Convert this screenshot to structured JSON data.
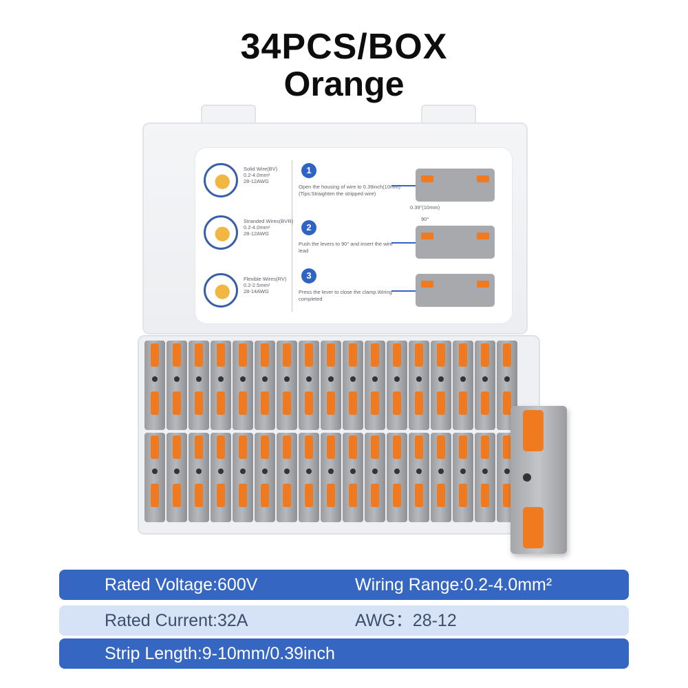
{
  "title": {
    "line1": "34PCS/BOX",
    "line2": "Orange"
  },
  "instruction_card": {
    "wire_types": [
      {
        "icon": "solid-wire-icon",
        "text": "Solid Wire(BV)\n0.2-4.0mm²\n28-12AWG"
      },
      {
        "icon": "stranded-wire-icon",
        "text": "Stranded Wires(BVR)\n0.2-4.0mm²\n28-12AWG"
      },
      {
        "icon": "flexible-wire-icon",
        "text": "Flexible Wires(RV)\n0.2-2.5mm²\n28-14AWG"
      }
    ],
    "steps": [
      {
        "number": "1",
        "text": "Open the housing of wire to 0.39inch(10mm) (Tips:Straighten the stripped wire)"
      },
      {
        "number": "2",
        "text": "Push the levers to 90° and insert the wire lead"
      },
      {
        "number": "3",
        "text": "Press the lever to close the clamp.Wiring completed"
      }
    ],
    "strip_note": "0.39\"(10mm)",
    "angle_note": "90°"
  },
  "specs": {
    "rated_voltage": "Rated Voltage:600V",
    "wiring_range": "Wiring Range:0.2-4.0mm²",
    "rated_current": "Rated Current:32A",
    "awg": "AWG：28-12",
    "strip_length": "Strip Length:9-10mm/0.39inch"
  },
  "colors": {
    "accent_blue": "#3567c2",
    "light_blue": "#d6e3f6",
    "lever_orange": "#f07a20",
    "housing_gray": "#a7a9ad"
  }
}
